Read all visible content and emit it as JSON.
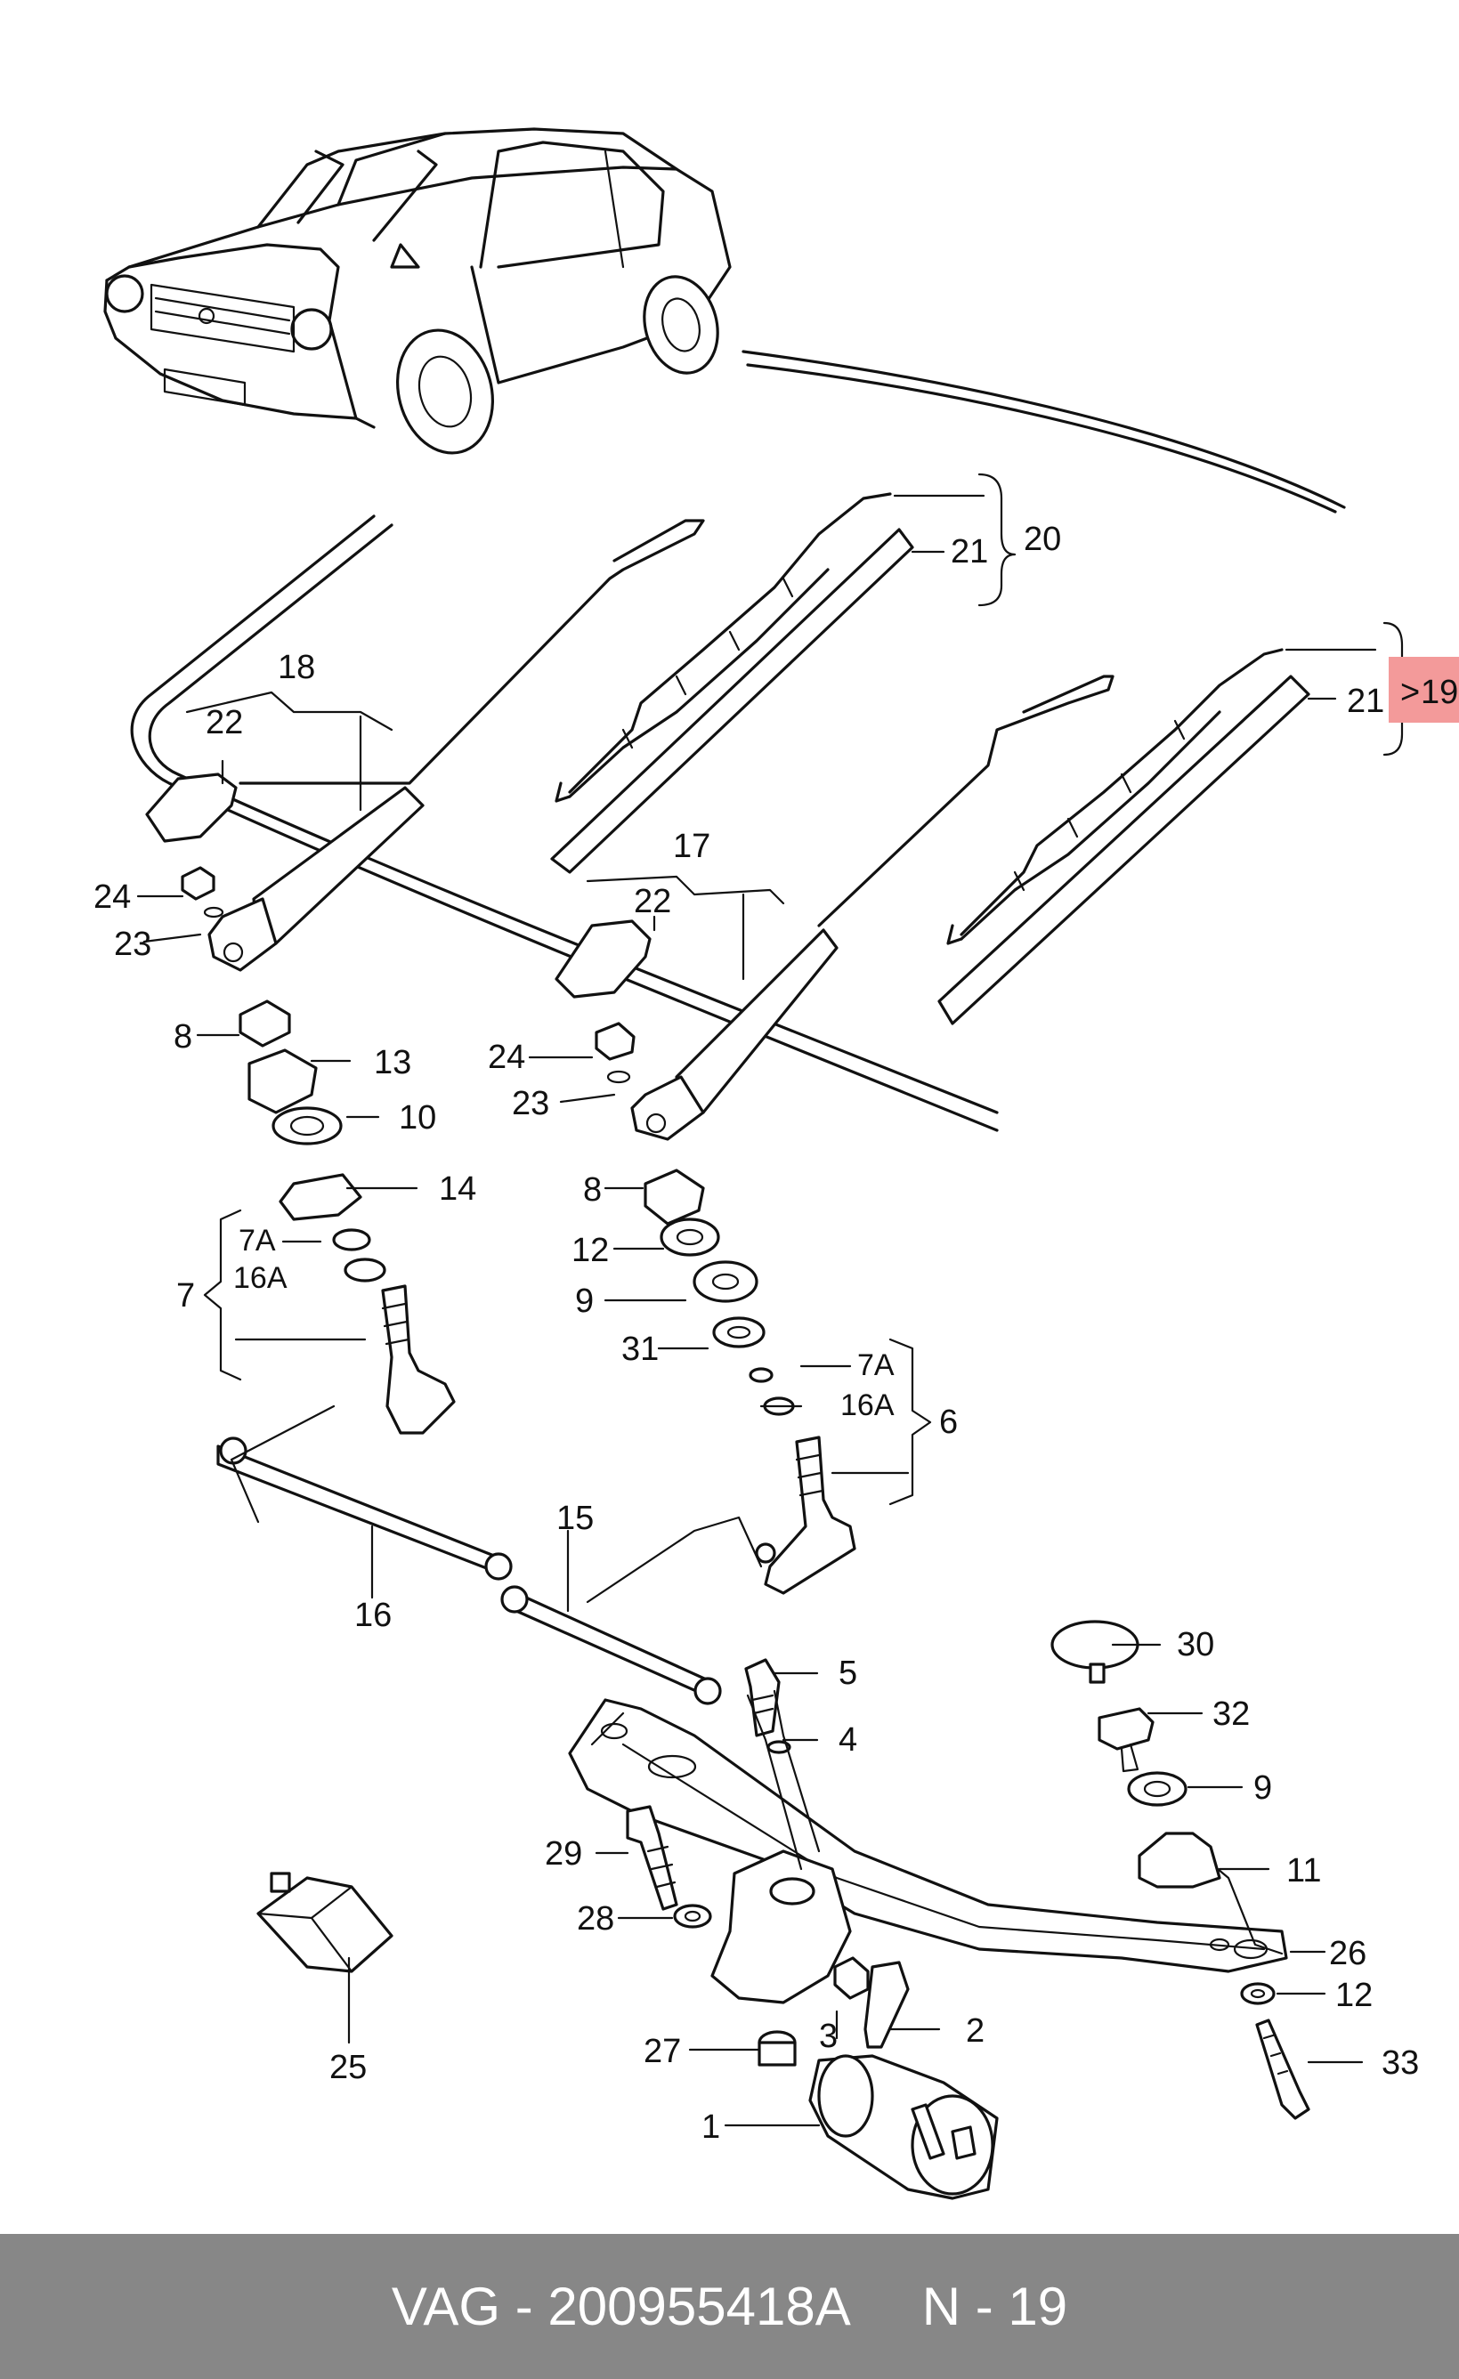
{
  "callouts": {
    "c1": "1",
    "c2": "2",
    "c3": "3",
    "c4": "4",
    "c5": "5",
    "c6": "6",
    "c7": "7",
    "c7a_l": "7A",
    "c7a_r": "7A",
    "c8_l": "8",
    "c8_r": "8",
    "c9_l": "9",
    "c9_r": "9",
    "c10": "10",
    "c11": "11",
    "c12_l": "12",
    "c12_r": "12",
    "c13": "13",
    "c14": "14",
    "c15": "15",
    "c16": "16",
    "c16a_l": "16A",
    "c16a_r": "16A",
    "c17": "17",
    "c18": "18",
    "c19": "19",
    "c20": "20",
    "c21_a": "21",
    "c21_b": "21",
    "c22_l": "22",
    "c22_r": "22",
    "c23_l": "23",
    "c23_r": "23",
    "c24_l": "24",
    "c24_r": "24",
    "c25": "25",
    "c26": "26",
    "c27": "27",
    "c28": "28",
    "c29": "29",
    "c30": "30",
    "c31": "31",
    "c32": "32",
    "c33": "33"
  },
  "footer": {
    "part_number": "VAG - 200955418A",
    "page_ref": "N - 19"
  },
  "colors": {
    "footer_bg": "#878787",
    "highlight": "#f39a9a"
  }
}
